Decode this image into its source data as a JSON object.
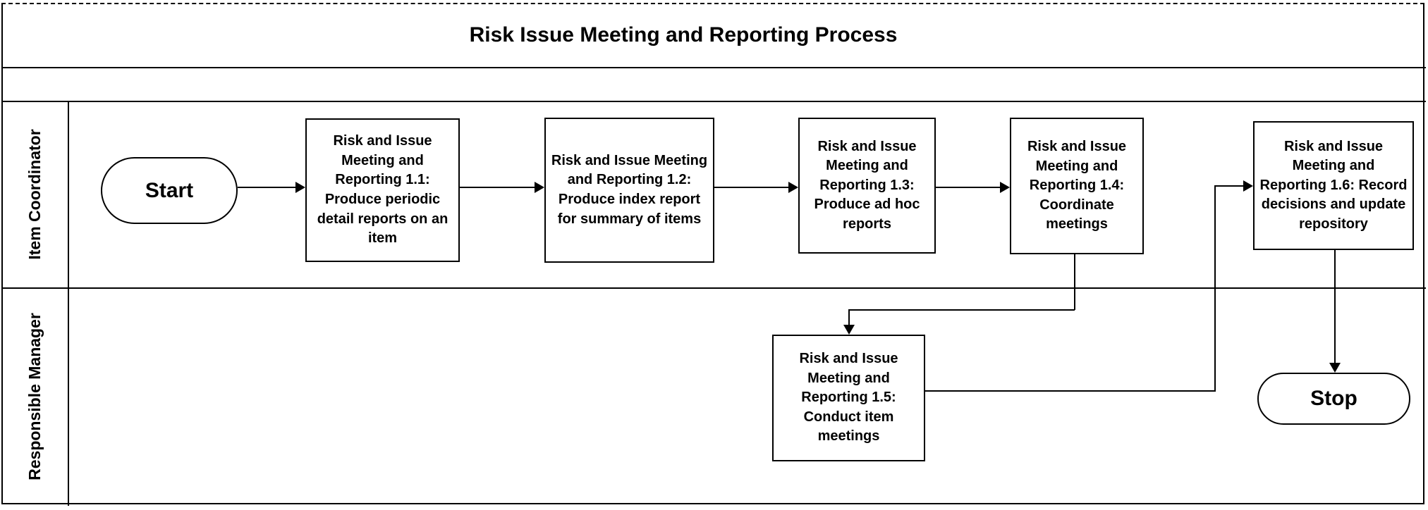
{
  "title": "Risk Issue Meeting and Reporting Process",
  "colors": {
    "ink": "#000000",
    "background": "#ffffff"
  },
  "lanes": [
    {
      "label": "Item Coordinator"
    },
    {
      "label": "Responsible Manager"
    }
  ],
  "nodes": {
    "start": {
      "type": "terminator",
      "lane": "Item Coordinator",
      "label": "Start"
    },
    "s11": {
      "type": "process",
      "lane": "Item Coordinator",
      "label": "Risk and Issue Meeting and Reporting 1.1: Produce periodic detail reports on an item"
    },
    "s12": {
      "type": "process",
      "lane": "Item Coordinator",
      "label": "Risk and Issue Meeting and Reporting 1.2: Produce index report for summary of items"
    },
    "s13": {
      "type": "process",
      "lane": "Item Coordinator",
      "label": "Risk and Issue Meeting and Reporting 1.3: Produce ad hoc reports"
    },
    "s14": {
      "type": "process",
      "lane": "Item Coordinator",
      "label": "Risk and Issue Meeting and Reporting 1.4: Coordinate meetings"
    },
    "s15": {
      "type": "process",
      "lane": "Responsible Manager",
      "label": "Risk and Issue Meeting and Reporting 1.5: Conduct item meetings"
    },
    "s16": {
      "type": "process",
      "lane": "Item Coordinator",
      "label": "Risk and Issue Meeting and Reporting 1.6: Record decisions and update repository"
    },
    "stop": {
      "type": "terminator",
      "lane": "Responsible Manager",
      "label": "Stop"
    }
  },
  "edges": [
    {
      "from": "start",
      "to": "s11"
    },
    {
      "from": "s11",
      "to": "s12"
    },
    {
      "from": "s12",
      "to": "s13"
    },
    {
      "from": "s13",
      "to": "s14"
    },
    {
      "from": "s14",
      "to": "s15"
    },
    {
      "from": "s15",
      "to": "s16"
    },
    {
      "from": "s16",
      "to": "stop"
    }
  ]
}
